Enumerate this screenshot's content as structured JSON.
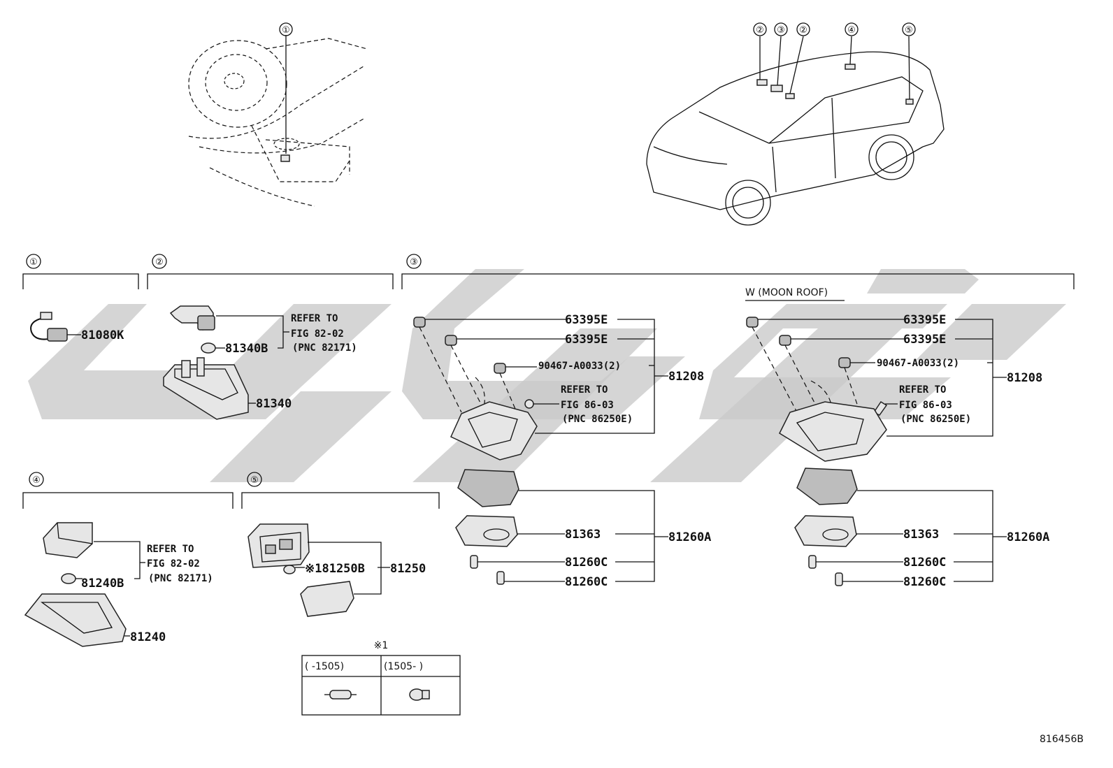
{
  "section_markers": {
    "1": "①",
    "2": "②",
    "3": "③",
    "4": "④",
    "5": "⑤"
  },
  "section1": {
    "part": "81080K"
  },
  "section2": {
    "refer_line1": "REFER TO",
    "refer_line2": "FIG 82-02",
    "refer_line3": "(PNC 82171)",
    "bulb": "81340B",
    "lamp": "81340"
  },
  "section3_left": {
    "clip_a": "63395E",
    "clip_b": "63395E",
    "screw": "90467-A0033(2)",
    "refer_line1": "REFER TO",
    "refer_line2": "FIG 86-03",
    "refer_line3": "(PNC 86250E)",
    "assy": "81208",
    "lens": "81363",
    "bulb_a": "81260C",
    "bulb_b": "81260C",
    "sub_assy": "81260A"
  },
  "section3_right": {
    "variant_label": "W (MOON ROOF)",
    "clip_a": "63395E",
    "clip_b": "63395E",
    "screw": "90467-A0033(2)",
    "refer_line1": "REFER TO",
    "refer_line2": "FIG 86-03",
    "refer_line3": "(PNC 86250E)",
    "assy": "81208",
    "lens": "81363",
    "bulb_a": "81260C",
    "bulb_b": "81260C",
    "sub_assy": "81260A"
  },
  "section4": {
    "refer_line1": "REFER TO",
    "refer_line2": "FIG 82-02",
    "refer_line3": "(PNC 82171)",
    "bulb": "81240B",
    "lamp": "81240"
  },
  "section5": {
    "bulb": "※181250B",
    "lamp": "81250"
  },
  "note_table": {
    "title": "※1",
    "col1": "(      -1505)",
    "col2": "(1505-      )"
  },
  "figure_id": "816456B",
  "colors": {
    "line": "#111111",
    "watermark": "#c9c9c9"
  }
}
